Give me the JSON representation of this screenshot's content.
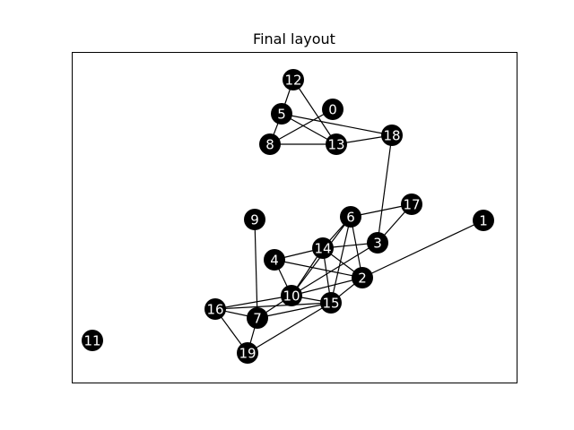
{
  "figure": {
    "title": "Final layout"
  },
  "graph": {
    "node_color": "#000000",
    "label_color": "#ffffff",
    "edge_color": "#000000",
    "nodes": [
      "0",
      "1",
      "2",
      "3",
      "4",
      "5",
      "6",
      "7",
      "8",
      "9",
      "10",
      "11",
      "12",
      "13",
      "14",
      "15",
      "16",
      "17",
      "18",
      "19"
    ],
    "edges": [
      [
        "12",
        "5"
      ],
      [
        "12",
        "13"
      ],
      [
        "5",
        "8"
      ],
      [
        "5",
        "13"
      ],
      [
        "5",
        "18"
      ],
      [
        "0",
        "8"
      ],
      [
        "8",
        "13"
      ],
      [
        "13",
        "18"
      ],
      [
        "18",
        "3"
      ],
      [
        "6",
        "17"
      ],
      [
        "6",
        "14"
      ],
      [
        "6",
        "10"
      ],
      [
        "6",
        "15"
      ],
      [
        "6",
        "2"
      ],
      [
        "17",
        "3"
      ],
      [
        "14",
        "3"
      ],
      [
        "14",
        "4"
      ],
      [
        "14",
        "10"
      ],
      [
        "14",
        "2"
      ],
      [
        "14",
        "15"
      ],
      [
        "3",
        "10"
      ],
      [
        "4",
        "10"
      ],
      [
        "4",
        "2"
      ],
      [
        "2",
        "10"
      ],
      [
        "2",
        "15"
      ],
      [
        "2",
        "1"
      ],
      [
        "10",
        "16"
      ],
      [
        "10",
        "7"
      ],
      [
        "10",
        "15"
      ],
      [
        "15",
        "16"
      ],
      [
        "15",
        "7"
      ],
      [
        "15",
        "19"
      ],
      [
        "16",
        "7"
      ],
      [
        "16",
        "19"
      ],
      [
        "7",
        "19"
      ],
      [
        "9",
        "7"
      ]
    ]
  }
}
